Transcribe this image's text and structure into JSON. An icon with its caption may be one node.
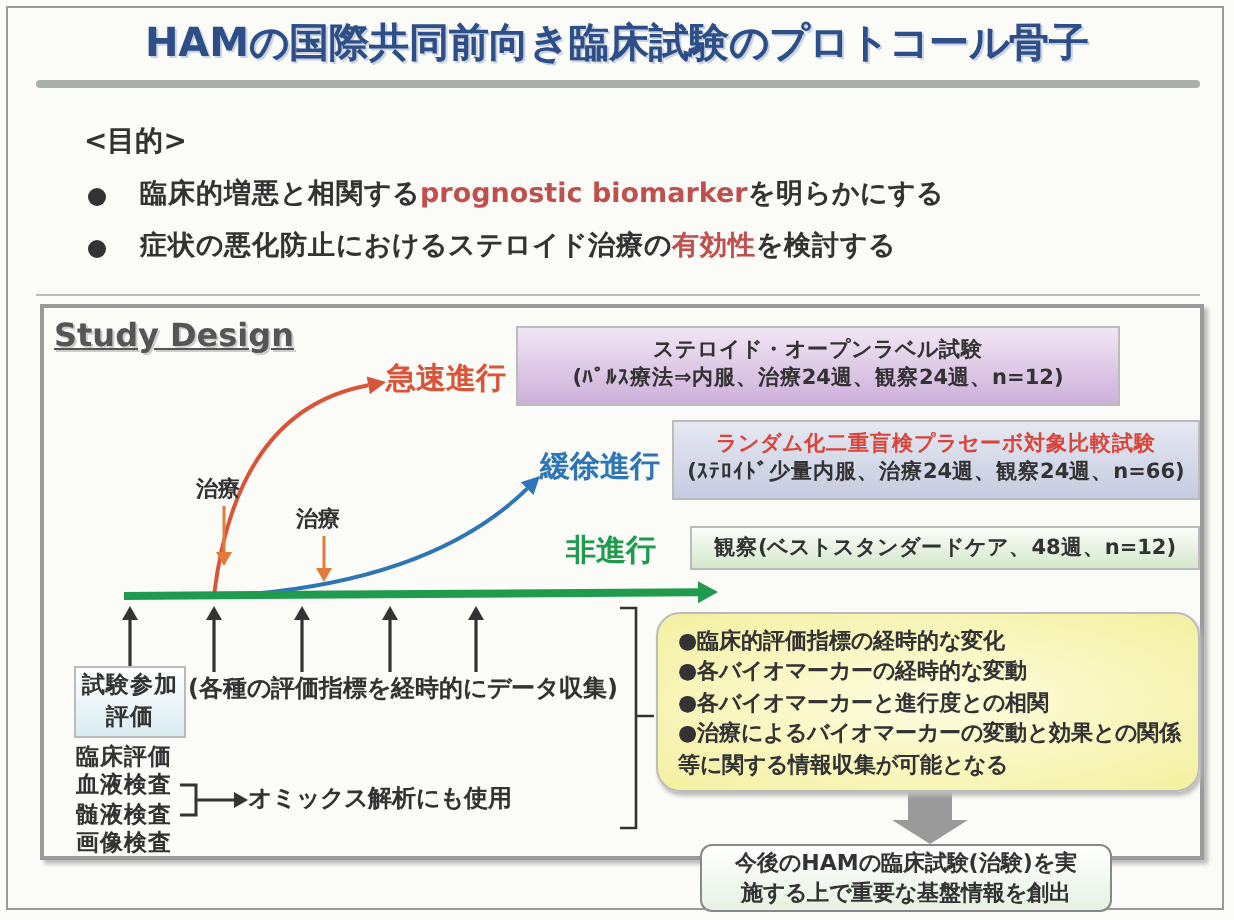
{
  "diagram": {
    "title": "HAMの国際共同前向き臨床試験のプロトコール骨子",
    "nodes": [
      {
        "text": [
          "Study Design"
        ]
      },
      {
        "text": [
          "ステロイド・オープンラベル試験",
          "(ﾊﾟﾙｽ療法⇒内服、治療24週、観察24週、n=12)"
        ],
        "in": 0
      },
      {
        "text": [
          "ランダム化二重盲検プラセーボ対象比較試験",
          "(ｽﾃﾛｲﾄﾞ少量内服、治療24週、観察24週、n=66)"
        ],
        "in": 0
      },
      {
        "text": [
          "観察(ベストスタンダードケア、48週、n=12)"
        ],
        "in": 0
      },
      {
        "text": [
          "急速進行"
        ],
        "in": 0
      },
      {
        "text": [
          "緩徐進行"
        ],
        "in": 0
      },
      {
        "text": [
          "非進行"
        ],
        "in": 0
      },
      {
        "text": [
          "治療"
        ],
        "in": 0
      },
      {
        "text": [
          "治療"
        ],
        "in": 0
      },
      {
        "text": [
          "試験参加評価"
        ],
        "in": 0
      },
      {
        "text": [
          "(各種の評価指標を経時的にデータ収集)"
        ],
        "in": 0
      },
      {
        "text": [
          "血液検査"
        ],
        "in": 0
      },
      {
        "text": [
          "髄液検査"
        ],
        "in": 0
      },
      {
        "text": [
          "オミックス解析にも使用"
        ],
        "in": 0
      },
      {
        "text": [
          "●臨床的評価指標の経時的な変化",
          "●各バイオマーカーの経時的な変動",
          "●各バイオマーカーと進行度との相関",
          "●治療によるバイオマーカーの変動と効果との関係",
          "等に関する情報収集が可能となる"
        ],
        "in": 0
      },
      {
        "text": [
          "今後のHAMの臨床試験(治験)を実施する上で重要な基盤情報を創出"
        ]
      }
    ],
    "edges": [
      {
        "from": null,
        "to": 4,
        "arrow": "to",
        "color": "#d9553a"
      },
      {
        "from": null,
        "to": 5,
        "arrow": "to",
        "color": "#2e75b6"
      },
      {
        "from": null,
        "to": 6,
        "arrow": "to",
        "style": "thick",
        "color": "#1f9a4e"
      },
      {
        "from": 7,
        "to": null,
        "arrow": "to",
        "color": "#e07b39"
      },
      {
        "from": 8,
        "to": null,
        "arrow": "to",
        "color": "#e07b39"
      },
      {
        "from": 9,
        "to": null,
        "arrow": "to"
      },
      {
        "from": 10,
        "to": null,
        "arrow": "to"
      },
      {
        "from": 10,
        "to": null,
        "arrow": "to"
      },
      {
        "from": 10,
        "to": null,
        "arrow": "to"
      },
      {
        "from": 10,
        "to": null,
        "arrow": "to"
      },
      {
        "from": 11,
        "to": 13,
        "arrow": "to"
      },
      {
        "from": 12,
        "to": 13,
        "arrow": "to"
      },
      {
        "from": 14,
        "to": 15,
        "arrow": "to",
        "style": "thick",
        "color": "#9a9a9a"
      }
    ],
    "labels": [
      "<目的>",
      "臨床的増悪と相関する**prognostic biomarker**を明らかにする",
      "症状の悪化防止におけるステロイド治療の**有効性**を検討する",
      "臨床評価",
      "画像検査"
    ]
  }
}
